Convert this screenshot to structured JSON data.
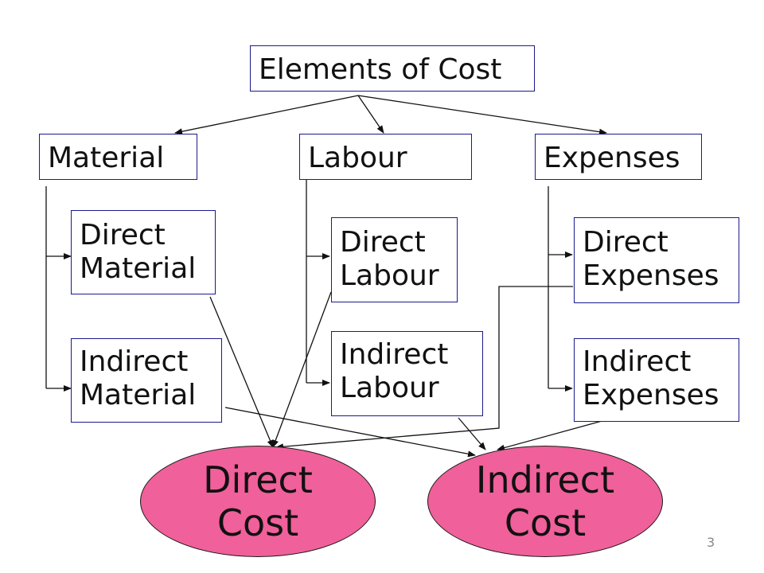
{
  "diagram": {
    "root": {
      "label": "Elements of Cost"
    },
    "categories": [
      {
        "label": "Material"
      },
      {
        "label": "Labour"
      },
      {
        "label": "Expenses"
      }
    ],
    "subitems": {
      "direct_material": {
        "line1": "Direct",
        "line2": "Material"
      },
      "indirect_material": {
        "line1": "Indirect",
        "line2": "Material"
      },
      "direct_labour": {
        "line1": "Direct",
        "line2": "Labour"
      },
      "indirect_labour": {
        "line1": "Indirect",
        "line2": "Labour"
      },
      "direct_expenses": {
        "line1": "Direct",
        "line2": "Expenses"
      },
      "indirect_expenses": {
        "line1": "Indirect",
        "line2": "Expenses"
      }
    },
    "outcomes": {
      "direct_cost": {
        "line1": "Direct",
        "line2": "Cost",
        "color": "#f0609a"
      },
      "indirect_cost": {
        "line1": "Indirect",
        "line2": "Cost",
        "color": "#f0609a"
      }
    }
  },
  "page_number": "3"
}
